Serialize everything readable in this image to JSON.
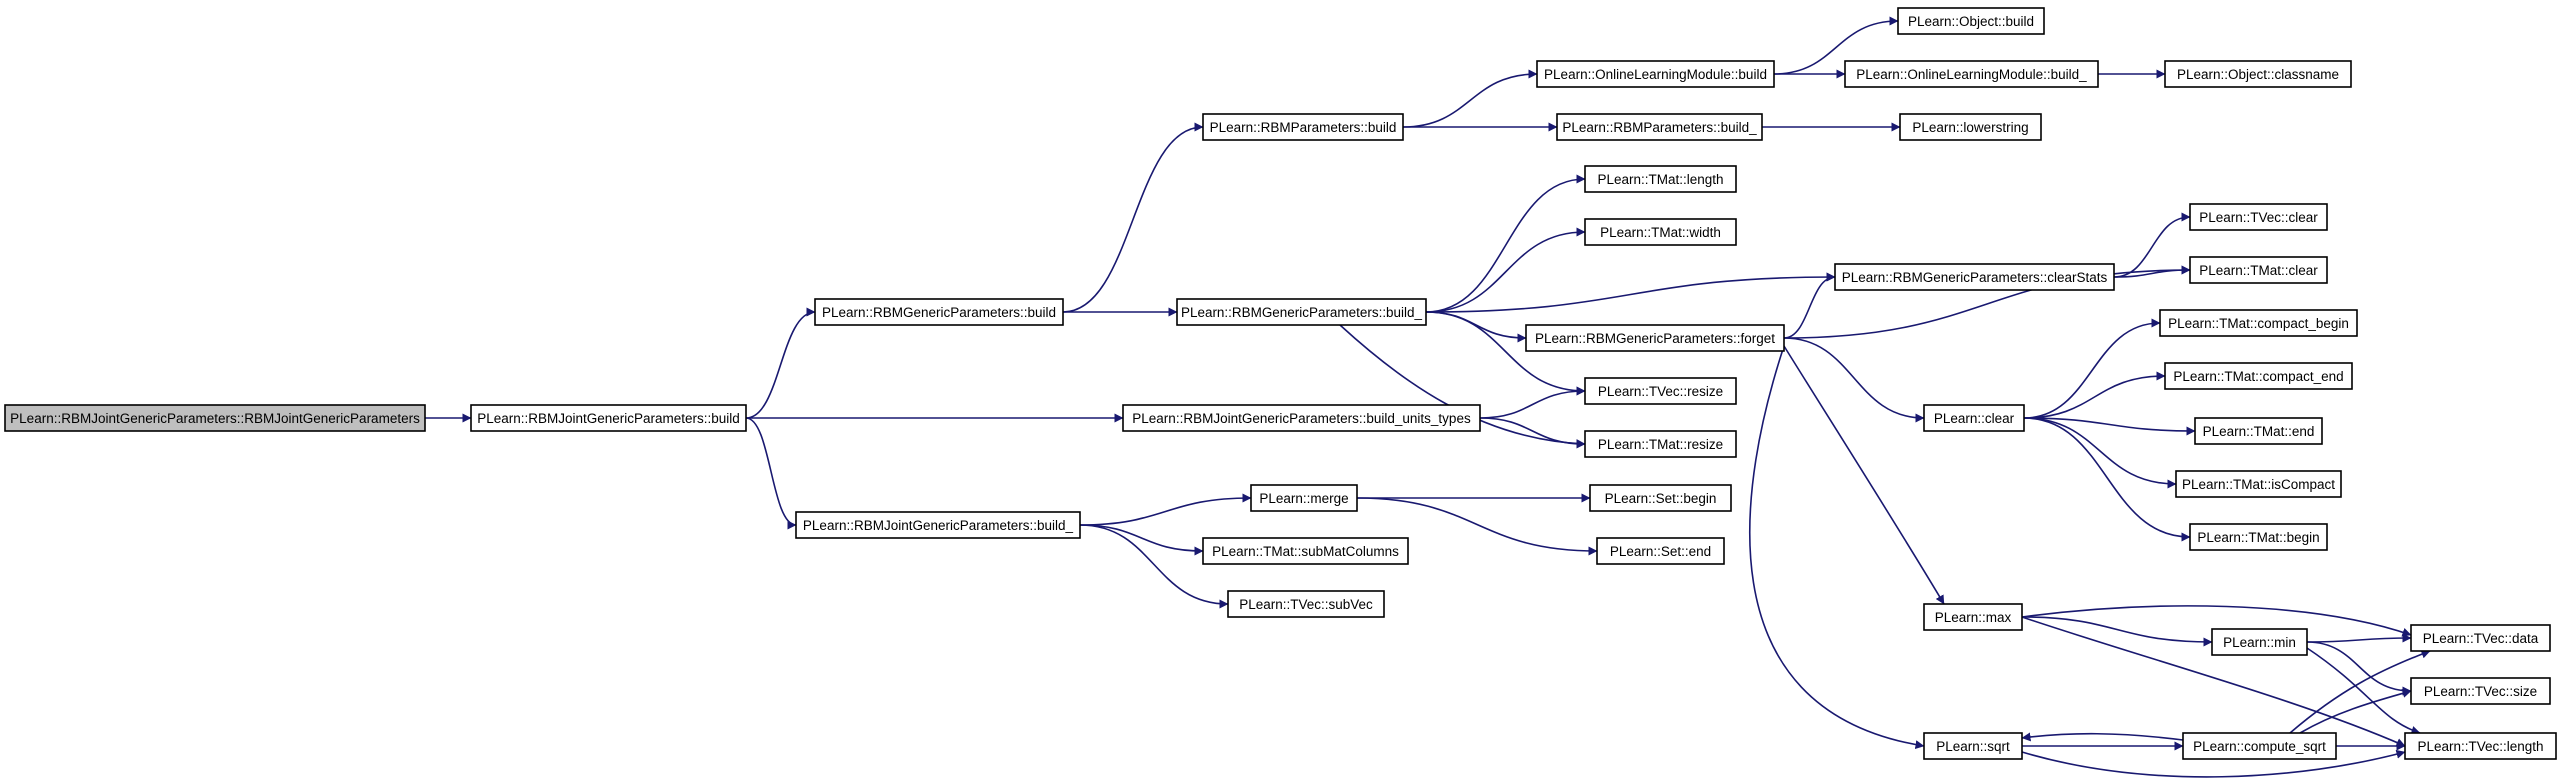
{
  "colors": {
    "edge": "#191970",
    "root_fill": "#bfbfbf",
    "node_fill": "#ffffff",
    "node_stroke": "#000000"
  },
  "nodes": [
    {
      "id": "root",
      "label": "PLearn::RBMJointGenericParameters::RBMJointGenericParameters",
      "root": true
    },
    {
      "id": "jbuild",
      "label": "PLearn::RBMJointGenericParameters::build"
    },
    {
      "id": "gbuild",
      "label": "PLearn::RBMGenericParameters::build"
    },
    {
      "id": "bunits",
      "label": "PLearn::RBMJointGenericParameters::build_units_types"
    },
    {
      "id": "jbuild_",
      "label": "PLearn::RBMJointGenericParameters::build_"
    },
    {
      "id": "pbuild",
      "label": "PLearn::RBMParameters::build"
    },
    {
      "id": "gbuild_",
      "label": "PLearn::RBMGenericParameters::build_"
    },
    {
      "id": "merge",
      "label": "PLearn::merge"
    },
    {
      "id": "submat",
      "label": "PLearn::TMat::subMatColumns"
    },
    {
      "id": "subvec",
      "label": "PLearn::TVec::subVec"
    },
    {
      "id": "olbuild",
      "label": "PLearn::OnlineLearningModule::build"
    },
    {
      "id": "pbuild_",
      "label": "PLearn::RBMParameters::build_"
    },
    {
      "id": "tmlen",
      "label": "PLearn::TMat::length"
    },
    {
      "id": "tmwid",
      "label": "PLearn::TMat::width"
    },
    {
      "id": "forget",
      "label": "PLearn::RBMGenericParameters::forget"
    },
    {
      "id": "tvresize",
      "label": "PLearn::TVec::resize"
    },
    {
      "id": "tmresize",
      "label": "PLearn::TMat::resize"
    },
    {
      "id": "setbegin",
      "label": "PLearn::Set::begin"
    },
    {
      "id": "setend",
      "label": "PLearn::Set::end"
    },
    {
      "id": "objbuild",
      "label": "PLearn::Object::build"
    },
    {
      "id": "olbuild_",
      "label": "PLearn::OnlineLearningModule::build_"
    },
    {
      "id": "lowerstr",
      "label": "PLearn::lowerstring"
    },
    {
      "id": "clearstats",
      "label": "PLearn::RBMGenericParameters::clearStats"
    },
    {
      "id": "clear",
      "label": "PLearn::clear"
    },
    {
      "id": "max",
      "label": "PLearn::max"
    },
    {
      "id": "sqrt",
      "label": "PLearn::sqrt"
    },
    {
      "id": "classname",
      "label": "PLearn::Object::classname"
    },
    {
      "id": "tvclear",
      "label": "PLearn::TVec::clear"
    },
    {
      "id": "tmclear",
      "label": "PLearn::TMat::clear"
    },
    {
      "id": "cbegin",
      "label": "PLearn::TMat::compact_begin"
    },
    {
      "id": "cend",
      "label": "PLearn::TMat::compact_end"
    },
    {
      "id": "tmend",
      "label": "PLearn::TMat::end"
    },
    {
      "id": "iscompact",
      "label": "PLearn::TMat::isCompact"
    },
    {
      "id": "tmbegin",
      "label": "PLearn::TMat::begin"
    },
    {
      "id": "min",
      "label": "PLearn::min"
    },
    {
      "id": "csqrt",
      "label": "PLearn::compute_sqrt"
    },
    {
      "id": "tvdata",
      "label": "PLearn::TVec::data"
    },
    {
      "id": "tvsize",
      "label": "PLearn::TVec::size"
    },
    {
      "id": "tvlength",
      "label": "PLearn::TVec::length"
    }
  ],
  "edges": [
    [
      "root",
      "jbuild"
    ],
    [
      "jbuild",
      "gbuild"
    ],
    [
      "jbuild",
      "bunits"
    ],
    [
      "jbuild",
      "jbuild_"
    ],
    [
      "gbuild",
      "pbuild"
    ],
    [
      "gbuild",
      "gbuild_"
    ],
    [
      "pbuild",
      "olbuild"
    ],
    [
      "pbuild",
      "pbuild_"
    ],
    [
      "olbuild",
      "objbuild"
    ],
    [
      "olbuild",
      "olbuild_"
    ],
    [
      "olbuild_",
      "classname"
    ],
    [
      "pbuild_",
      "lowerstr"
    ],
    [
      "gbuild_",
      "tmlen"
    ],
    [
      "gbuild_",
      "tmwid"
    ],
    [
      "gbuild_",
      "clearstats"
    ],
    [
      "gbuild_",
      "forget"
    ],
    [
      "gbuild_",
      "tvresize"
    ],
    [
      "gbuild_",
      "tmresize"
    ],
    [
      "bunits",
      "tvresize"
    ],
    [
      "bunits",
      "tmresize"
    ],
    [
      "jbuild_",
      "merge"
    ],
    [
      "jbuild_",
      "submat"
    ],
    [
      "jbuild_",
      "subvec"
    ],
    [
      "merge",
      "setbegin"
    ],
    [
      "merge",
      "setend"
    ],
    [
      "clearstats",
      "tvclear"
    ],
    [
      "clearstats",
      "tmclear"
    ],
    [
      "forget",
      "clearstats"
    ],
    [
      "forget",
      "tmclear"
    ],
    [
      "forget",
      "clear"
    ],
    [
      "forget",
      "max"
    ],
    [
      "forget",
      "sqrt"
    ],
    [
      "clear",
      "cbegin"
    ],
    [
      "clear",
      "cend"
    ],
    [
      "clear",
      "tmend"
    ],
    [
      "clear",
      "iscompact"
    ],
    [
      "clear",
      "tmbegin"
    ],
    [
      "max",
      "tvdata"
    ],
    [
      "max",
      "min"
    ],
    [
      "max",
      "tvlength"
    ],
    [
      "min",
      "tvdata"
    ],
    [
      "min",
      "tvsize"
    ],
    [
      "min",
      "tvlength"
    ],
    [
      "sqrt",
      "csqrt"
    ],
    [
      "sqrt",
      "tvlength"
    ],
    [
      "csqrt",
      "sqrt"
    ],
    [
      "csqrt",
      "tvdata"
    ],
    [
      "csqrt",
      "tvsize"
    ],
    [
      "csqrt",
      "tvlength"
    ]
  ]
}
